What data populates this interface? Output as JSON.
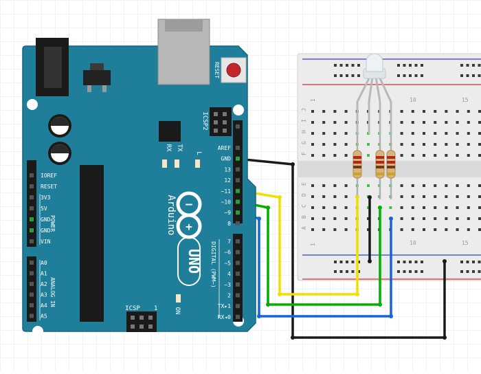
{
  "board": {
    "brand": "Arduino",
    "model": "UNO",
    "reset_label": "RESET",
    "icsp_top_label": "ICSP2",
    "icsp_bottom_label": "ICSP",
    "icsp_bottom_pin1": "1",
    "tx_led_label": "TX",
    "rx_led_label": "RX",
    "l_led_label": "L",
    "on_led_label": "ON",
    "digital_group_label": "DIGITAL (PWM~)",
    "power_group_label": "POWER",
    "analog_group_label": "ANALOG IN",
    "power_pins": [
      "IOREF",
      "RESET",
      "3V3",
      "5V",
      "GND",
      "GND",
      "VIN"
    ],
    "analog_pins": [
      "A0",
      "A1",
      "A2",
      "A3",
      "A4",
      "A5"
    ],
    "digital_pins_top": [
      "AREF",
      "GND",
      "13",
      "12",
      "~11",
      "~10",
      "~9",
      "8"
    ],
    "digital_pins_bottom": [
      "7",
      "~6",
      "~5",
      "4",
      "~3",
      "2",
      "TX▸1",
      "RX◂0"
    ]
  },
  "breadboard": {
    "row_letters_top": [
      "J",
      "I",
      "H",
      "G",
      "F"
    ],
    "row_letters_bottom": [
      "E",
      "D",
      "C",
      "B",
      "A"
    ],
    "column_numbers": [
      "1",
      "10",
      "15"
    ]
  },
  "components": {
    "led": "RGB LED (common cathode)",
    "resistor_count": 3
  },
  "wires": [
    {
      "from": "GND",
      "to": "breadboard ground rail",
      "color": "#1a1a1a"
    },
    {
      "from": "~11",
      "to": "LED red leg via resistor",
      "color": "#f0e000"
    },
    {
      "from": "~10",
      "to": "LED green leg via resistor",
      "color": "#00b000"
    },
    {
      "from": "~9",
      "to": "LED blue leg via resistor",
      "color": "#1565d8"
    }
  ],
  "colors": {
    "board": "#1f7f9a",
    "board_edge": "#15667d",
    "silk": "#ffffff",
    "breadboard": "#e9e9e9",
    "rail_red": "#d03030",
    "rail_blue": "#3040c0",
    "hole": "#3a3a3a",
    "hole_green": "#44c244"
  }
}
